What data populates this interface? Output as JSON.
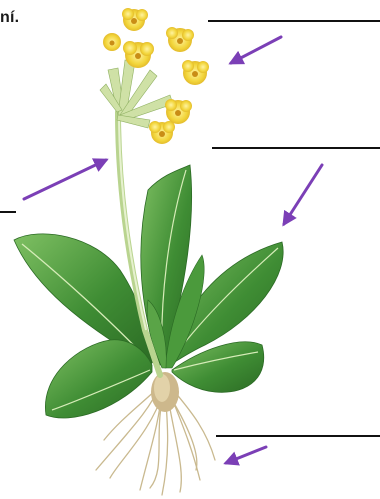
{
  "header": {
    "cropped_text": "ní."
  },
  "colors": {
    "arrow": "#7b3fb6",
    "line": "#111111",
    "flower": "#f2d53a",
    "flower_dark": "#d9a923",
    "leaf": "#3f8d34",
    "leaf_dark": "#2b6a24",
    "stem": "#b9d48f",
    "root": "#c9b98f"
  },
  "labels": [
    {
      "id": "flower",
      "answer": ""
    },
    {
      "id": "stem",
      "answer": ""
    },
    {
      "id": "leaf",
      "answer": ""
    },
    {
      "id": "root",
      "answer": ""
    }
  ]
}
